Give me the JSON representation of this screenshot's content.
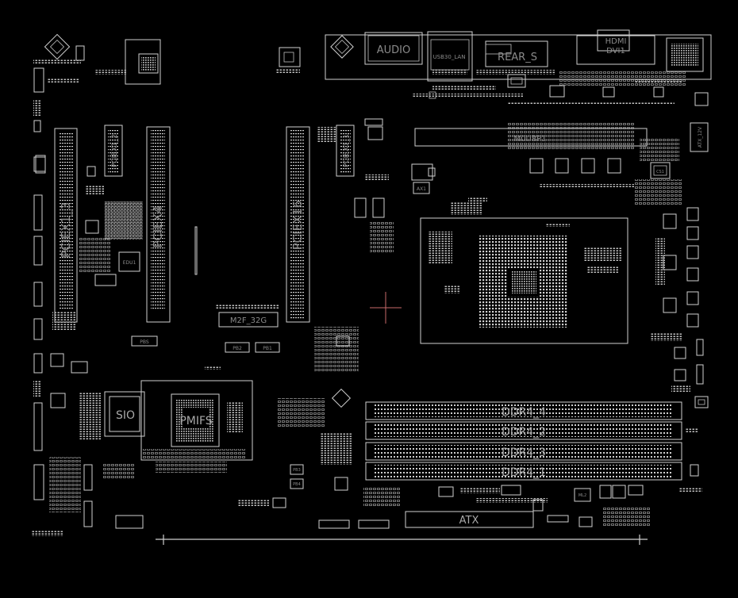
{
  "board": {
    "colors": {
      "background": "#000000",
      "outline": "#cfcfcf",
      "label": "#8a8a8a",
      "cursor": "#c86a6a"
    },
    "labels": {
      "audio": "AUDIO",
      "usb_lan": "USB30_LAN",
      "rear": "REAR_S",
      "hdmi": "HDMI",
      "dvi": "DVI1",
      "pciex1_3": "PCIEX1_3",
      "pciex4": "PCIEX4",
      "pciex16": "PCIEX16",
      "pciex1_2": "PCIEX1_2",
      "pciex1_1": "PCIEX1_1",
      "m2f": "M2F_32G",
      "sio": "SIO",
      "pmifs": "PMIFS",
      "ddr4_4": "DDR4_4",
      "ddr4_2": "DDR4_2",
      "ddr4_3": "DDR4_3",
      "ddr4_1": "DDR4_1",
      "atx": "ATX",
      "atx12v": "ATX_12V",
      "edu1": "EDU1",
      "ax1": "AX1",
      "cs1": "CS1",
      "pb2": "PB2",
      "pb1": "PB1",
      "pbs": "PBS",
      "pb3": "PB3",
      "pb4": "PB4",
      "ml2": "ML2"
    }
  }
}
